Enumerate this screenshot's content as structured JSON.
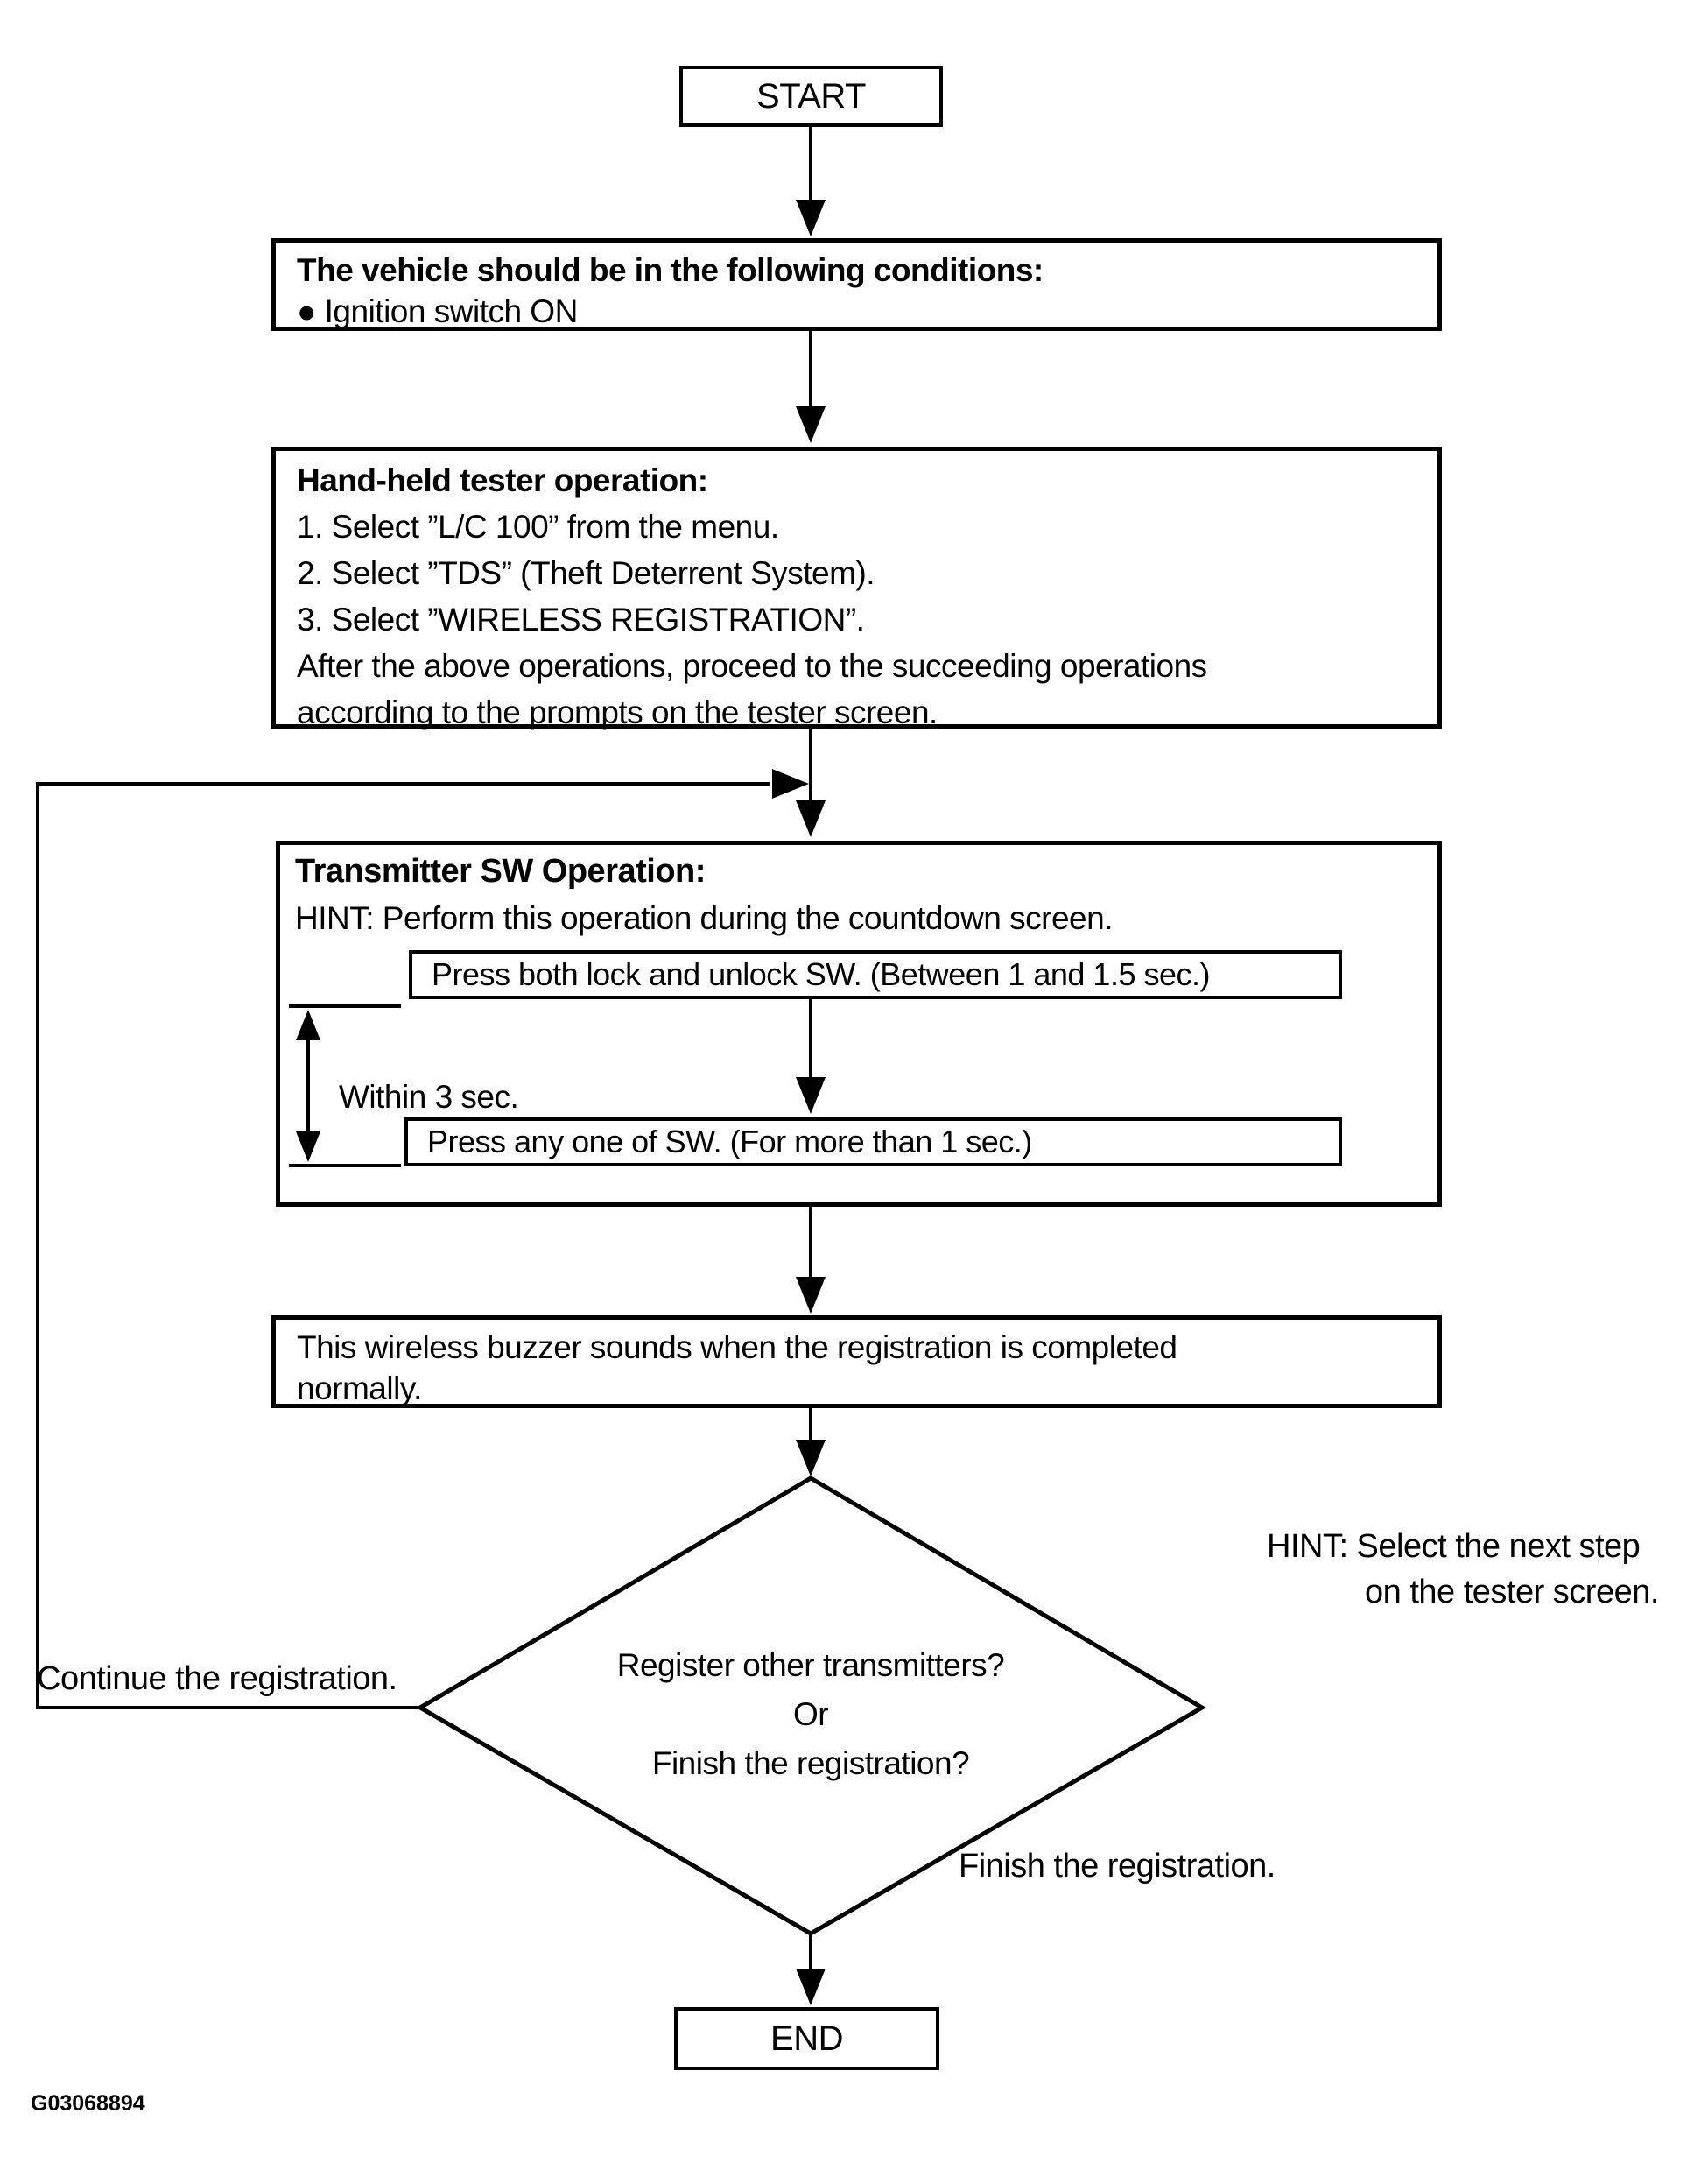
{
  "colors": {
    "ink": "#000000",
    "paper": "#ffffff"
  },
  "flowchart": {
    "start": "START",
    "conditions": {
      "title": "The vehicle should be in the following conditions:",
      "bullet": "●",
      "item": "Ignition switch ON"
    },
    "tester": {
      "title": "Hand-held tester operation:",
      "lines": [
        "1. Select ”L/C 100” from the menu.",
        "2. Select ”TDS” (Theft Deterrent System).",
        "3. Select ”WIRELESS REGISTRATION”.",
        "After the above operations, proceed to the succeeding operations",
        "according to the prompts on the tester screen."
      ]
    },
    "transmitter": {
      "title": "Transmitter SW Operation:",
      "hint": "HINT: Perform this operation during the countdown screen.",
      "step1": "Press both lock and unlock SW. (Between 1 and 1.5 sec.)",
      "interval_label": "Within 3 sec.",
      "step2": "Press any one of SW. (For more than 1 sec.)"
    },
    "buzzer": {
      "line1": "This wireless buzzer sounds when the registration is completed",
      "line2": "normally."
    },
    "decision": {
      "line1": "Register other transmitters?",
      "line2": "Or",
      "line3": "Finish the registration?"
    },
    "tester_hint": {
      "line1": "HINT: Select the next step",
      "line2": "on the tester screen."
    },
    "branch_continue": "Continue the registration.",
    "branch_finish": "Finish the registration.",
    "end": "END",
    "figure_code": "G03068894"
  }
}
